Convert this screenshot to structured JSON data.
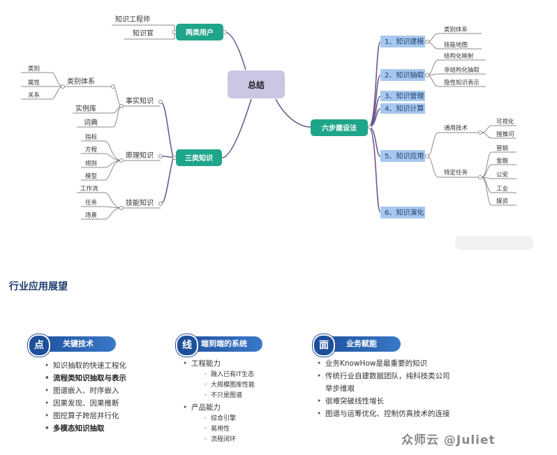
{
  "diagram": {
    "center": "总结",
    "branches": {
      "users": {
        "label": "两类用户",
        "children": [
          "知识工程师",
          "知识官"
        ]
      },
      "knowledge": {
        "label": "三类知识",
        "fact": {
          "label": "事实知识",
          "category_system": {
            "label": "类别体系",
            "children": [
              "类别",
              "属性",
              "关系"
            ]
          },
          "others": [
            "实例库",
            "词典"
          ]
        },
        "principle": {
          "label": "原理知识",
          "children": [
            "指标",
            "方程",
            "规则",
            "模型"
          ]
        },
        "skill": {
          "label": "技能知识",
          "children": [
            "工作流",
            "任务",
            "场景"
          ]
        }
      },
      "steps": {
        "label": "六步建设法",
        "items": [
          {
            "label": "1、知识建模",
            "children": [
              "类别体系",
              "技能地图"
            ]
          },
          {
            "label": "2、知识抽取",
            "children": [
              "结构化映射",
              "非结构化抽取",
              "隐性知识表示"
            ]
          },
          {
            "label": "3、知识管理"
          },
          {
            "label": "4、知识计算"
          },
          {
            "label": "5、知识应用",
            "general": {
              "label": "通用技术",
              "children": [
                "可视化",
                "搜推问"
              ]
            },
            "specific": {
              "label": "特定任务",
              "children": [
                "营销",
                "金融",
                "公安",
                "工业",
                "媒资"
              ]
            }
          },
          {
            "label": "6、知识演化"
          }
        ]
      }
    }
  },
  "outlook": {
    "title": "行业应用展望",
    "columns": [
      {
        "badge": "点",
        "heading": "关键技术",
        "items": [
          {
            "text": "知识抽取的快速工程化",
            "bold": false
          },
          {
            "text": "流程类知识抽取与表示",
            "bold": true
          },
          {
            "text": "图谱嵌入、时序嵌入",
            "bold": false
          },
          {
            "text": "因果发现、因果推断",
            "bold": false
          },
          {
            "text": "图挖算子跨层并行化",
            "bold": false
          },
          {
            "text": "多模态知识抽取",
            "bold": true
          }
        ]
      },
      {
        "badge": "线",
        "heading": "端到端的系统",
        "groups": [
          {
            "text": "工程能力",
            "subs": [
              "融入已有IT生态",
              "大规模图库性能",
              "不只是图谱"
            ]
          },
          {
            "text": "产品能力",
            "subs": [
              "综合引擎",
              "易用性",
              "流程闭环"
            ]
          }
        ]
      },
      {
        "badge": "面",
        "heading": "业务赋能",
        "items": [
          {
            "text": "业务KnowHow是最重要的知识"
          },
          {
            "text": "传统行业自建数据团队，纯科技类公司"
          },
          {
            "text": "举步维艰",
            "cont": true
          },
          {
            "text": "很难突破线性增长"
          },
          {
            "text": "图谱与运筹优化、控制仿真技术的连接"
          }
        ]
      }
    ],
    "watermark": "众师云 @Juliet"
  },
  "colors": {
    "green": "#1fa58a",
    "step_blue": "#a7c8ee",
    "center": "#c9c7e3",
    "branch": "#6c5a8e",
    "pill": "#1d4f9a"
  }
}
